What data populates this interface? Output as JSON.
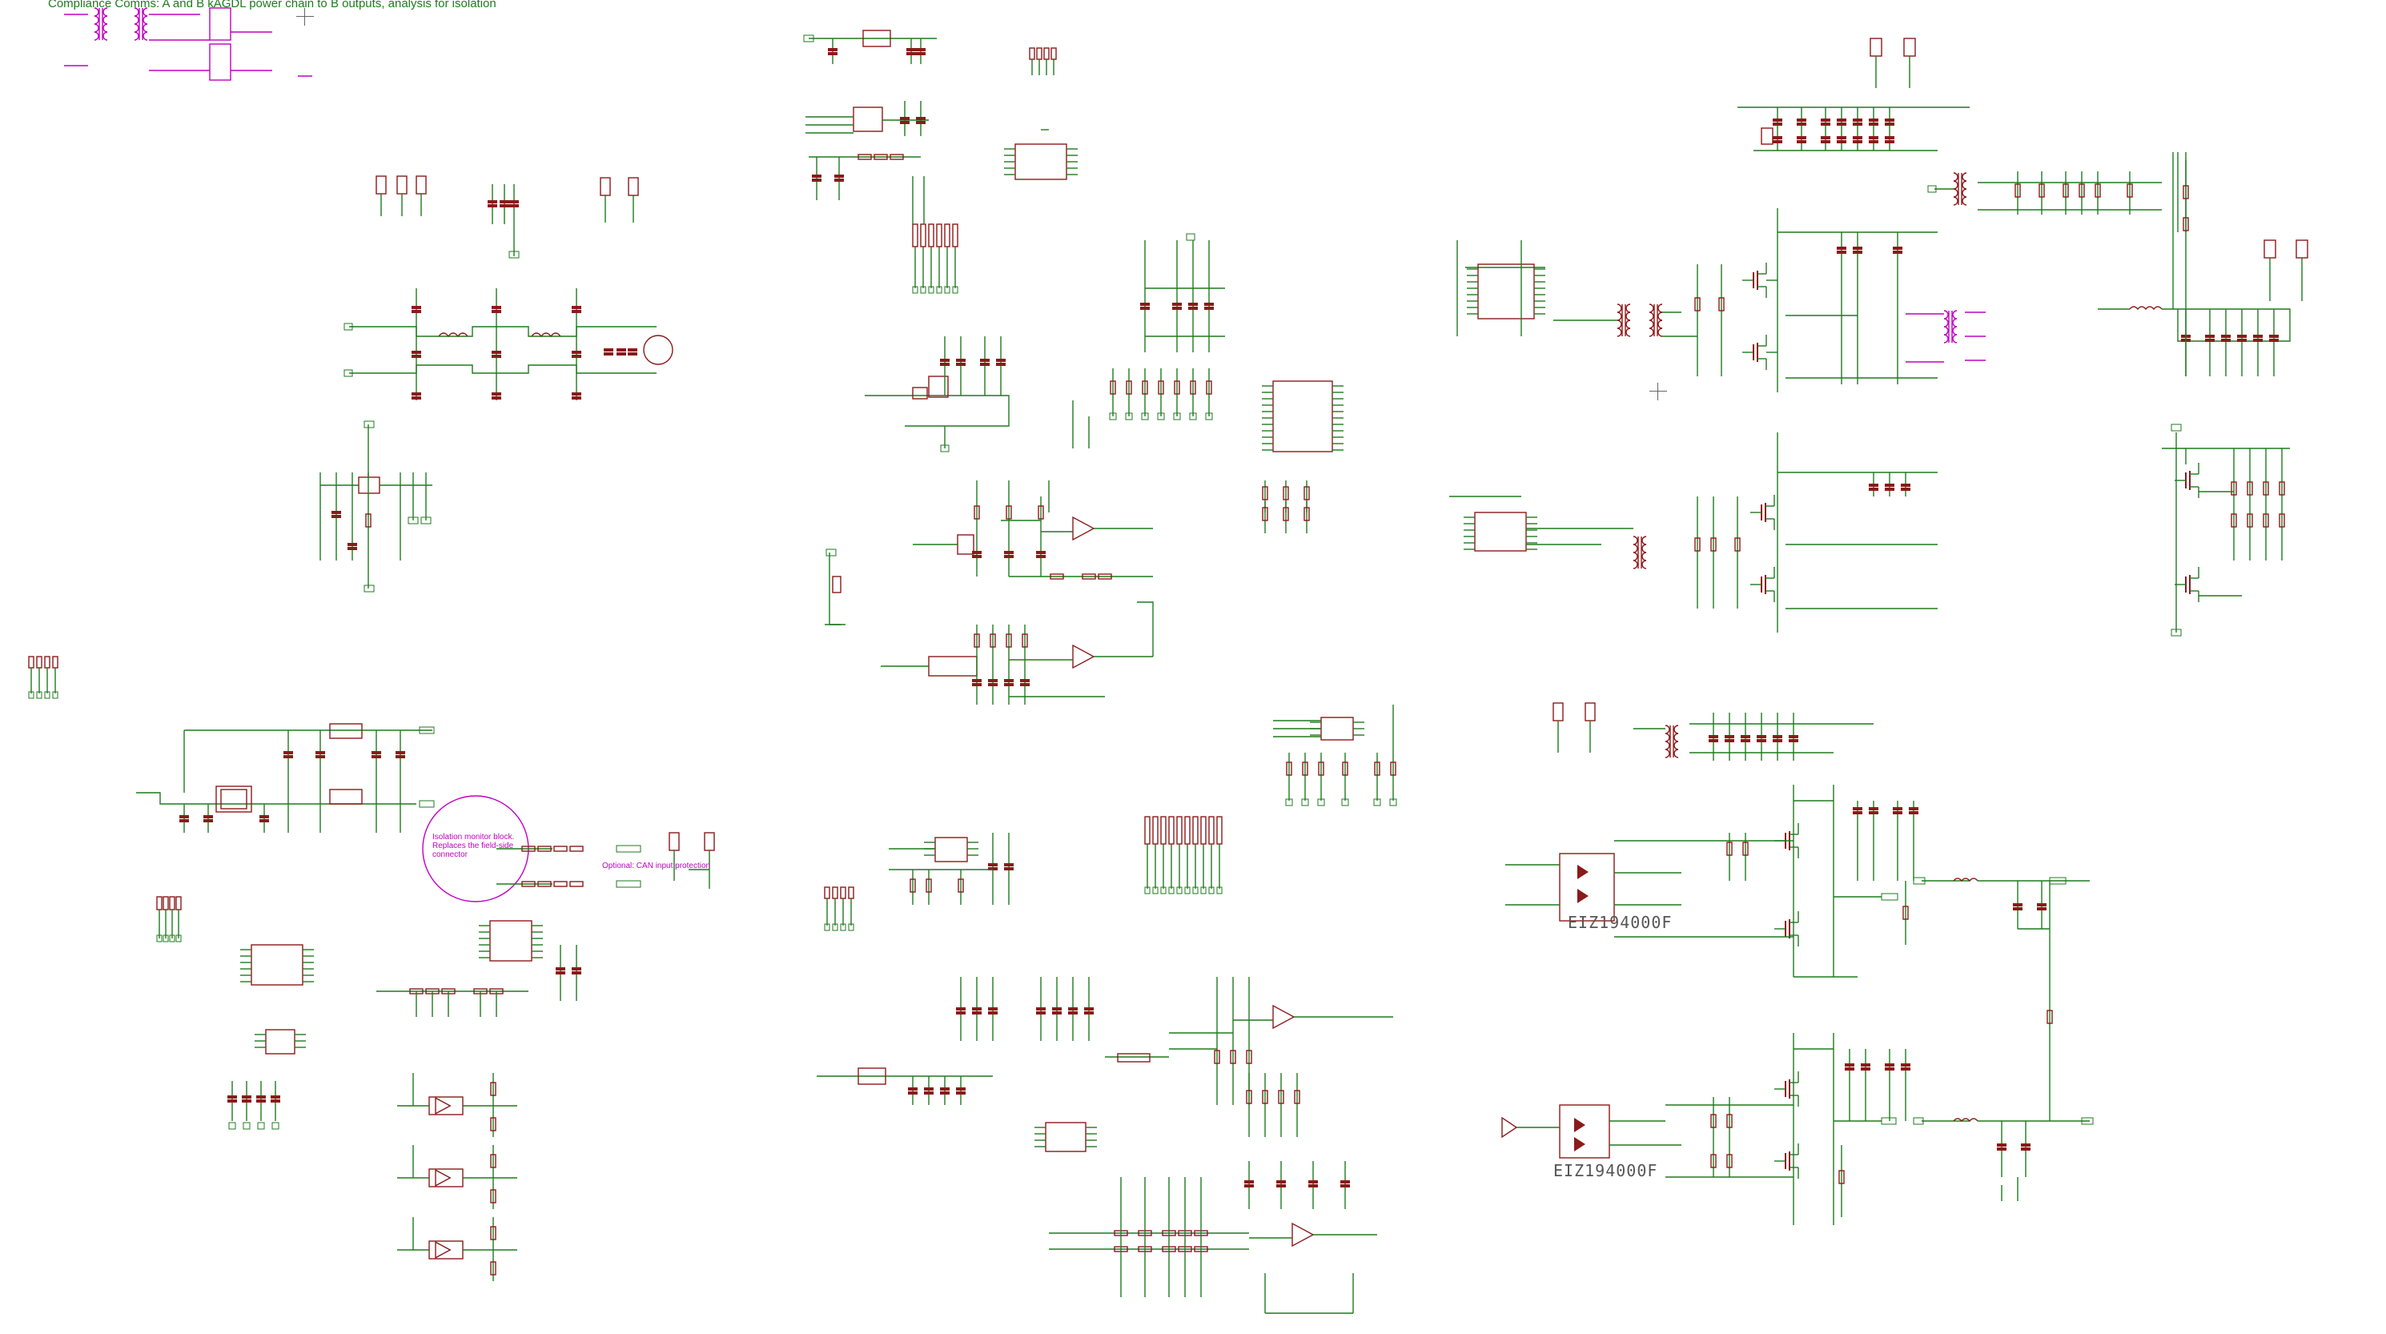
{
  "header_note": "Compliance Comms: A and B kAGDL power chain to B outputs, analysis for isolation",
  "annotations": {
    "circle_note": "Isolation monitor block. Replaces the field-side connector",
    "right_note": "Optional: CAN input protection"
  },
  "ic_labels": {
    "driver_upper": "EIZ194000F",
    "driver_lower": "EIZ194000F"
  },
  "colors": {
    "wire": "#1f7a1f",
    "part": "#8b1a1a",
    "label": "#c000c0",
    "ic_text": "#555555"
  },
  "icons": [
    "crosshair-icon"
  ]
}
